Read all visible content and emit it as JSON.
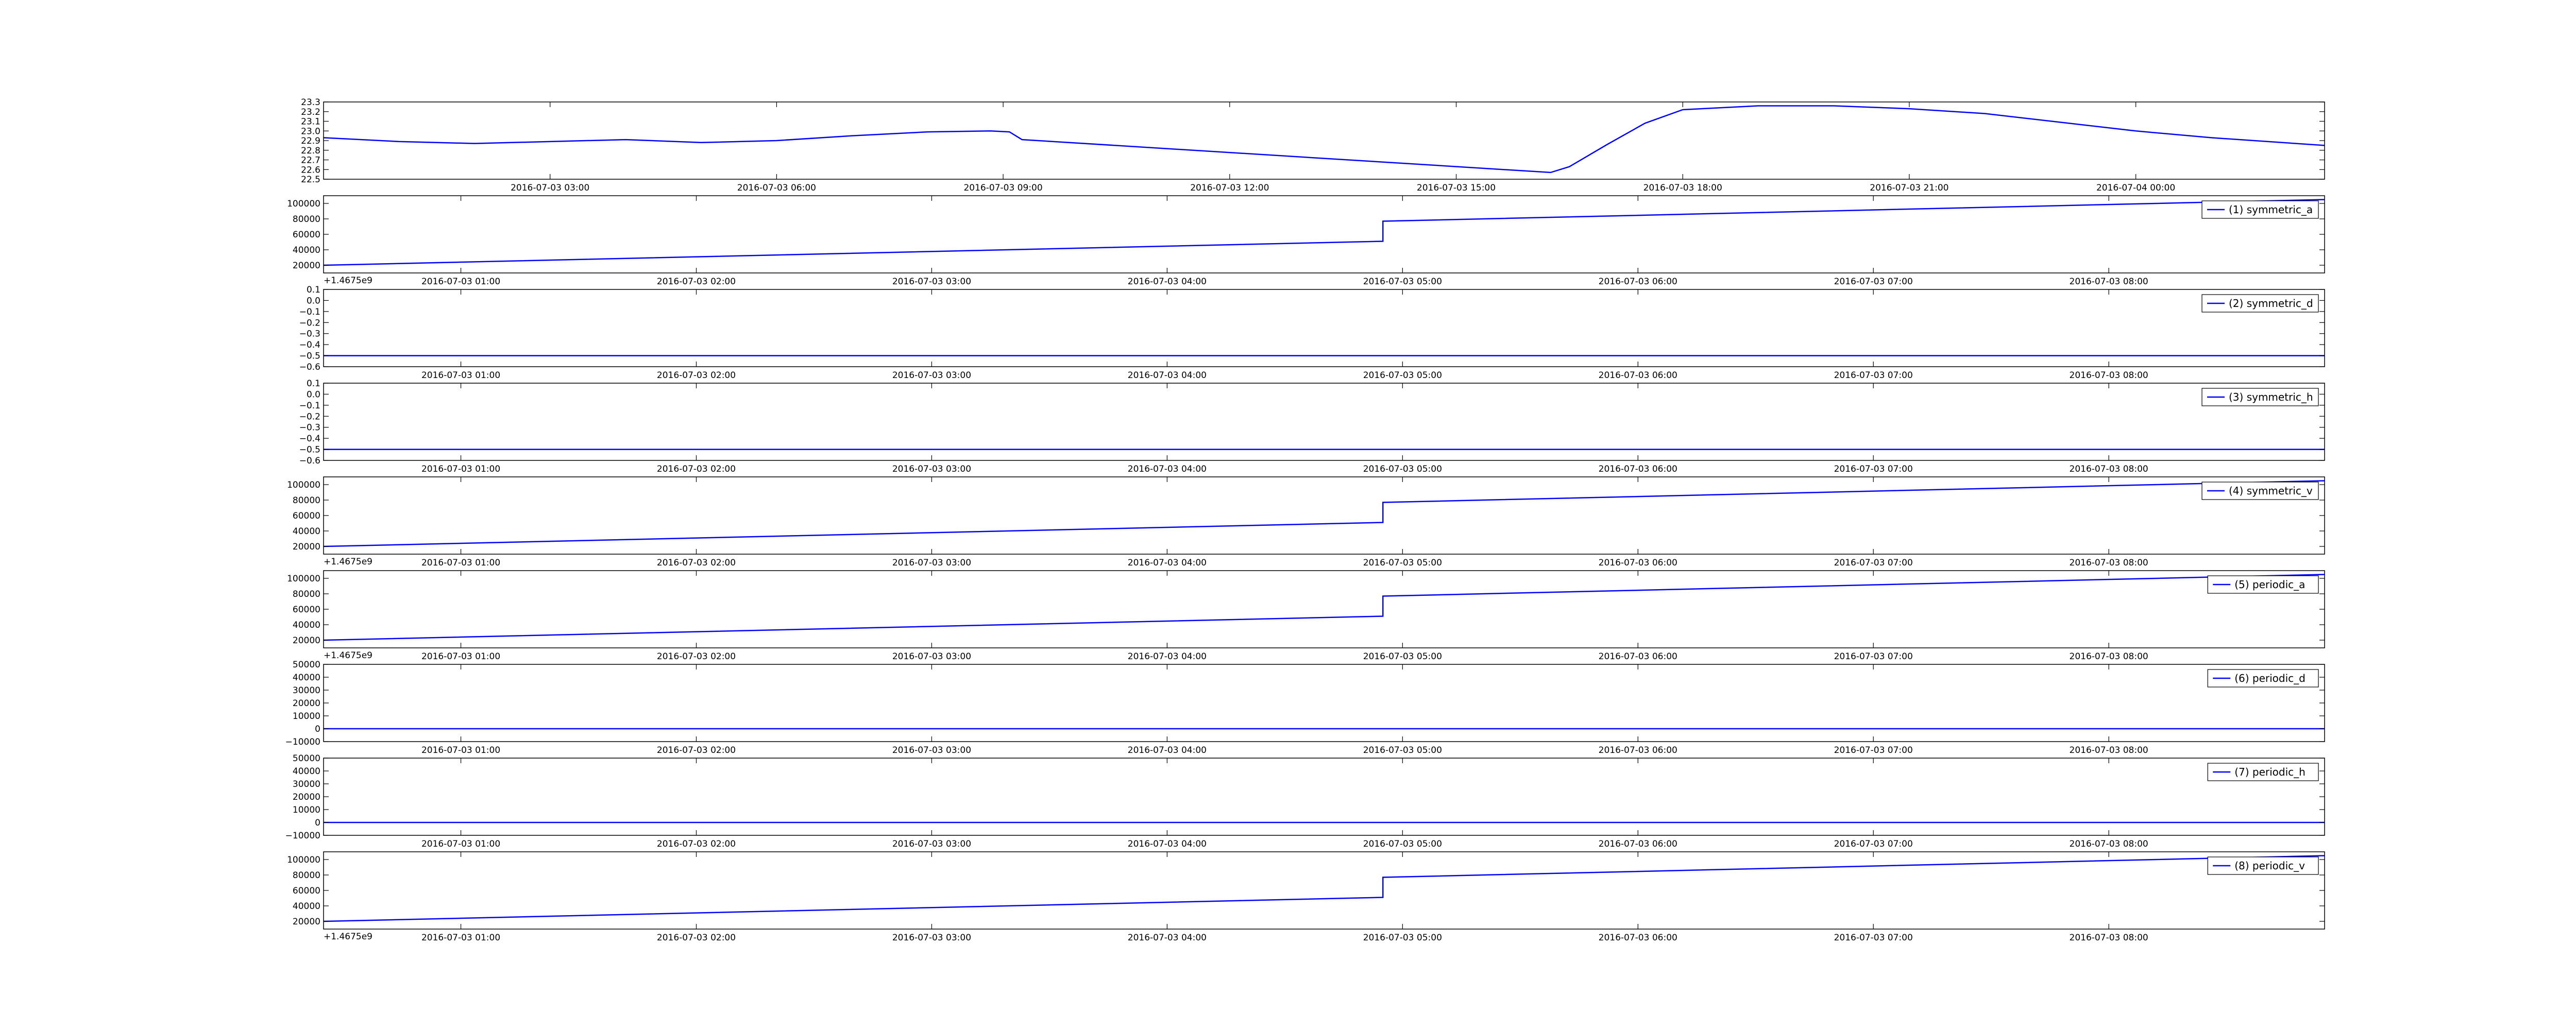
{
  "figure": {
    "background": "#ffffff",
    "line_color": "#0000ff",
    "axes_color": "#000000"
  },
  "chart_data": [
    {
      "type": "line",
      "x_axis": "datetime",
      "xlim": [
        "2016-07-03 00:00",
        "2016-07-04 02:30"
      ],
      "xticks": [
        "2016-07-03 03:00",
        "2016-07-03 06:00",
        "2016-07-03 09:00",
        "2016-07-03 12:00",
        "2016-07-03 15:00",
        "2016-07-03 18:00",
        "2016-07-03 21:00",
        "2016-07-04 00:00"
      ],
      "ylim": [
        22.5,
        23.3
      ],
      "yticks": [
        "22.5",
        "22.6",
        "22.7",
        "22.8",
        "22.9",
        "23.0",
        "23.1",
        "23.2",
        "23.3"
      ],
      "offset_label": "",
      "legend": "",
      "series": [
        {
          "x": [
            "2016-07-03 00:00",
            "2016-07-03 01:00",
            "2016-07-03 02:00",
            "2016-07-03 03:00",
            "2016-07-03 04:00",
            "2016-07-03 05:00",
            "2016-07-03 06:00",
            "2016-07-03 07:00",
            "2016-07-03 08:00",
            "2016-07-03 08:50",
            "2016-07-03 09:05",
            "2016-07-03 09:15",
            "2016-07-03 16:15",
            "2016-07-03 16:30",
            "2016-07-03 17:00",
            "2016-07-03 17:30",
            "2016-07-03 18:00",
            "2016-07-03 19:00",
            "2016-07-03 20:00",
            "2016-07-03 21:00",
            "2016-07-03 22:00",
            "2016-07-03 23:00",
            "2016-07-04 00:00",
            "2016-07-04 01:00",
            "2016-07-04 02:30"
          ],
          "y": [
            22.93,
            22.89,
            22.87,
            22.89,
            22.91,
            22.88,
            22.9,
            22.95,
            22.99,
            23.0,
            22.99,
            22.91,
            22.57,
            22.63,
            22.86,
            23.08,
            23.22,
            23.26,
            23.26,
            23.23,
            23.18,
            23.09,
            23.0,
            22.93,
            22.85
          ]
        }
      ]
    },
    {
      "type": "line",
      "x_axis": "datetime",
      "xlim": [
        "2016-07-03 00:25",
        "2016-07-03 08:55"
      ],
      "xticks": [
        "2016-07-03 01:00",
        "2016-07-03 02:00",
        "2016-07-03 03:00",
        "2016-07-03 04:00",
        "2016-07-03 05:00",
        "2016-07-03 06:00",
        "2016-07-03 07:00",
        "2016-07-03 08:00"
      ],
      "ylim": [
        10000,
        110000
      ],
      "yticks": [
        "20000",
        "40000",
        "60000",
        "80000",
        "100000"
      ],
      "offset_label": "+1.4675e9",
      "legend": "(1) symmetric_a",
      "series": [
        {
          "x": [
            "2016-07-03 00:25",
            "2016-07-03 04:55",
            "2016-07-03 04:55",
            "2016-07-03 08:55"
          ],
          "y": [
            20000,
            51000,
            77000,
            105000
          ]
        }
      ]
    },
    {
      "type": "line",
      "x_axis": "datetime",
      "xlim": [
        "2016-07-03 00:25",
        "2016-07-03 08:55"
      ],
      "xticks": [
        "2016-07-03 01:00",
        "2016-07-03 02:00",
        "2016-07-03 03:00",
        "2016-07-03 04:00",
        "2016-07-03 05:00",
        "2016-07-03 06:00",
        "2016-07-03 07:00",
        "2016-07-03 08:00"
      ],
      "ylim": [
        -0.6,
        0.1
      ],
      "yticks": [
        "−0.6",
        "−0.5",
        "−0.4",
        "−0.3",
        "−0.2",
        "−0.1",
        "0.0",
        "0.1"
      ],
      "offset_label": "",
      "legend": "(2) symmetric_d",
      "series": [
        {
          "x": [
            "2016-07-03 00:25",
            "2016-07-03 08:55"
          ],
          "y": [
            -0.5,
            -0.5
          ]
        }
      ]
    },
    {
      "type": "line",
      "x_axis": "datetime",
      "xlim": [
        "2016-07-03 00:25",
        "2016-07-03 08:55"
      ],
      "xticks": [
        "2016-07-03 01:00",
        "2016-07-03 02:00",
        "2016-07-03 03:00",
        "2016-07-03 04:00",
        "2016-07-03 05:00",
        "2016-07-03 06:00",
        "2016-07-03 07:00",
        "2016-07-03 08:00"
      ],
      "ylim": [
        -0.6,
        0.1
      ],
      "yticks": [
        "−0.6",
        "−0.5",
        "−0.4",
        "−0.3",
        "−0.2",
        "−0.1",
        "0.0",
        "0.1"
      ],
      "offset_label": "",
      "legend": "(3) symmetric_h",
      "series": [
        {
          "x": [
            "2016-07-03 00:25",
            "2016-07-03 08:55"
          ],
          "y": [
            -0.5,
            -0.5
          ]
        }
      ]
    },
    {
      "type": "line",
      "x_axis": "datetime",
      "xlim": [
        "2016-07-03 00:25",
        "2016-07-03 08:55"
      ],
      "xticks": [
        "2016-07-03 01:00",
        "2016-07-03 02:00",
        "2016-07-03 03:00",
        "2016-07-03 04:00",
        "2016-07-03 05:00",
        "2016-07-03 06:00",
        "2016-07-03 07:00",
        "2016-07-03 08:00"
      ],
      "ylim": [
        10000,
        110000
      ],
      "yticks": [
        "20000",
        "40000",
        "60000",
        "80000",
        "100000"
      ],
      "offset_label": "+1.4675e9",
      "legend": "(4) symmetric_v",
      "series": [
        {
          "x": [
            "2016-07-03 00:25",
            "2016-07-03 04:55",
            "2016-07-03 04:55",
            "2016-07-03 08:55"
          ],
          "y": [
            20000,
            51000,
            77000,
            105000
          ]
        }
      ]
    },
    {
      "type": "line",
      "x_axis": "datetime",
      "xlim": [
        "2016-07-03 00:25",
        "2016-07-03 08:55"
      ],
      "xticks": [
        "2016-07-03 01:00",
        "2016-07-03 02:00",
        "2016-07-03 03:00",
        "2016-07-03 04:00",
        "2016-07-03 05:00",
        "2016-07-03 06:00",
        "2016-07-03 07:00",
        "2016-07-03 08:00"
      ],
      "ylim": [
        10000,
        110000
      ],
      "yticks": [
        "20000",
        "40000",
        "60000",
        "80000",
        "100000"
      ],
      "offset_label": "+1.4675e9",
      "legend": "(5) periodic_a",
      "series": [
        {
          "x": [
            "2016-07-03 00:25",
            "2016-07-03 04:55",
            "2016-07-03 04:55",
            "2016-07-03 08:55"
          ],
          "y": [
            20000,
            51000,
            77000,
            105000
          ]
        }
      ]
    },
    {
      "type": "line",
      "x_axis": "datetime",
      "xlim": [
        "2016-07-03 00:25",
        "2016-07-03 08:55"
      ],
      "xticks": [
        "2016-07-03 01:00",
        "2016-07-03 02:00",
        "2016-07-03 03:00",
        "2016-07-03 04:00",
        "2016-07-03 05:00",
        "2016-07-03 06:00",
        "2016-07-03 07:00",
        "2016-07-03 08:00"
      ],
      "ylim": [
        -10000,
        50000
      ],
      "yticks": [
        "−10000",
        "0",
        "10000",
        "20000",
        "30000",
        "40000",
        "50000"
      ],
      "offset_label": "",
      "legend": "(6) periodic_d",
      "series": [
        {
          "x": [
            "2016-07-03 00:25",
            "2016-07-03 08:55"
          ],
          "y": [
            0,
            0
          ]
        }
      ]
    },
    {
      "type": "line",
      "x_axis": "datetime",
      "xlim": [
        "2016-07-03 00:25",
        "2016-07-03 08:55"
      ],
      "xticks": [
        "2016-07-03 01:00",
        "2016-07-03 02:00",
        "2016-07-03 03:00",
        "2016-07-03 04:00",
        "2016-07-03 05:00",
        "2016-07-03 06:00",
        "2016-07-03 07:00",
        "2016-07-03 08:00"
      ],
      "ylim": [
        -10000,
        50000
      ],
      "yticks": [
        "−10000",
        "0",
        "10000",
        "20000",
        "30000",
        "40000",
        "50000"
      ],
      "offset_label": "",
      "legend": "(7) periodic_h",
      "series": [
        {
          "x": [
            "2016-07-03 00:25",
            "2016-07-03 08:55"
          ],
          "y": [
            0,
            0
          ]
        }
      ]
    },
    {
      "type": "line",
      "x_axis": "datetime",
      "xlim": [
        "2016-07-03 00:25",
        "2016-07-03 08:55"
      ],
      "xticks": [
        "2016-07-03 01:00",
        "2016-07-03 02:00",
        "2016-07-03 03:00",
        "2016-07-03 04:00",
        "2016-07-03 05:00",
        "2016-07-03 06:00",
        "2016-07-03 07:00",
        "2016-07-03 08:00"
      ],
      "ylim": [
        10000,
        110000
      ],
      "yticks": [
        "20000",
        "40000",
        "60000",
        "80000",
        "100000"
      ],
      "offset_label": "+1.4675e9",
      "legend": "(8) periodic_v",
      "series": [
        {
          "x": [
            "2016-07-03 00:25",
            "2016-07-03 04:55",
            "2016-07-03 04:55",
            "2016-07-03 08:55"
          ],
          "y": [
            20000,
            51000,
            77000,
            105000
          ]
        }
      ]
    }
  ]
}
